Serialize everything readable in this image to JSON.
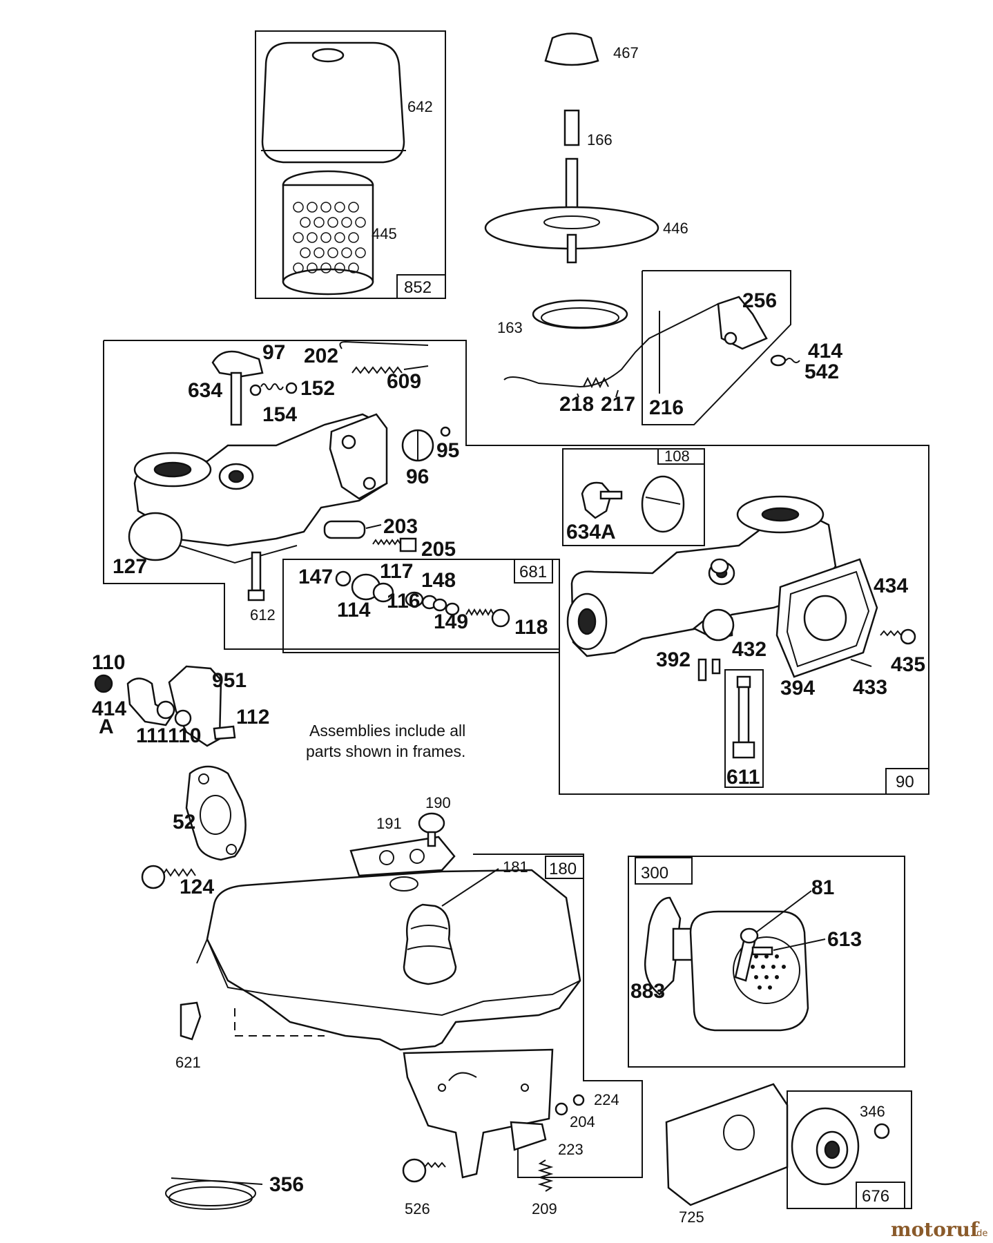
{
  "note": {
    "line1": "Assemblies include all",
    "line2": "parts shown in frames."
  },
  "frames": {
    "f852": "852",
    "f108": "108",
    "f681": "681",
    "f90": "90",
    "f180": "180",
    "f300": "300",
    "f676": "676"
  },
  "labels": {
    "p467": "467",
    "p642": "642",
    "p166": "166",
    "p446": "446",
    "p445": "445",
    "p163": "163",
    "p256": "256",
    "p414": "414",
    "p542": "542",
    "p216": "216",
    "p217": "217",
    "p218": "218",
    "p97": "97",
    "p202": "202",
    "p609": "609",
    "p634": "634",
    "p152": "152",
    "p154": "154",
    "p95": "95",
    "p96": "96",
    "p127": "127",
    "p203": "203",
    "p205": "205",
    "p612": "612",
    "p147": "147",
    "p117": "117",
    "p148": "148",
    "p114": "114",
    "p116": "116",
    "p149": "149",
    "p118": "118",
    "p634a": "634A",
    "p434": "434",
    "p392": "392",
    "p432": "432",
    "p435": "435",
    "p394": "394",
    "p433": "433",
    "p611": "611",
    "p110a": "110",
    "p414a": "414",
    "p414aA": "A",
    "p951": "951",
    "p111": "111",
    "p110b": "110",
    "p112": "112",
    "p52": "52",
    "p124": "124",
    "p190": "190",
    "p191": "191",
    "p181": "181",
    "p81": "81",
    "p613": "613",
    "p883": "883",
    "p621": "621",
    "p224": "224",
    "p204": "204",
    "p223": "223",
    "p346": "346",
    "p356": "356",
    "p526": "526",
    "p209": "209",
    "p725": "725"
  },
  "watermark": {
    "brand": "motoruf",
    "tld": ".de"
  }
}
